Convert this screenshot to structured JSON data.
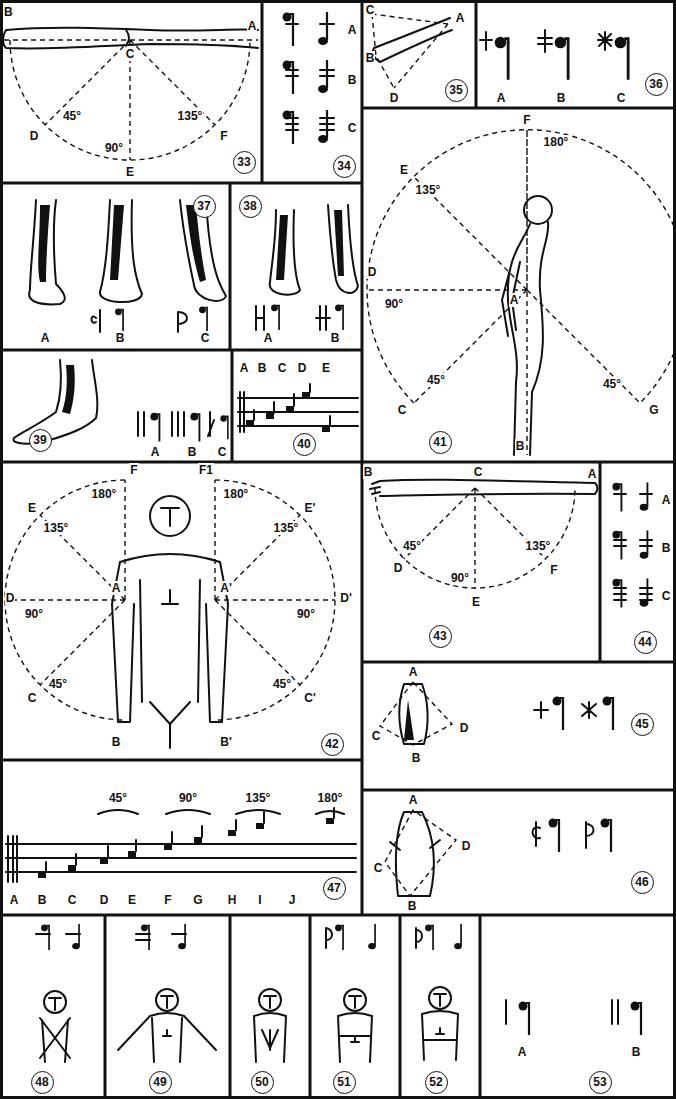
{
  "diagram": {
    "nodes": [
      {
        "text": [
          "33"
        ]
      },
      {
        "text": [
          "34"
        ]
      },
      {
        "text": [
          "35"
        ]
      },
      {
        "text": [
          "36"
        ]
      },
      {
        "text": [
          "37"
        ]
      },
      {
        "text": [
          "38"
        ]
      },
      {
        "text": [
          "39"
        ]
      },
      {
        "text": [
          "40"
        ]
      },
      {
        "text": [
          "41"
        ]
      },
      {
        "text": [
          "42"
        ]
      },
      {
        "text": [
          "43"
        ]
      },
      {
        "text": [
          "44"
        ]
      },
      {
        "text": [
          "45"
        ]
      },
      {
        "text": [
          "46"
        ]
      },
      {
        "text": [
          "47"
        ]
      },
      {
        "text": [
          "48"
        ]
      },
      {
        "text": [
          "49"
        ]
      },
      {
        "text": [
          "50"
        ]
      },
      {
        "text": [
          "51"
        ]
      },
      {
        "text": [
          "52"
        ]
      },
      {
        "text": [
          "53"
        ]
      }
    ],
    "labels": [
      "B",
      "A",
      "C",
      "45°",
      "D",
      "90°",
      "E",
      "135°",
      "F",
      "A",
      "B",
      "C",
      "C",
      "A",
      "B",
      "D",
      "A",
      "B",
      "C",
      "A",
      "B",
      "C",
      "A",
      "B",
      "A",
      "B",
      "C",
      "A",
      "B",
      "C",
      "D",
      "E",
      "F",
      "180°",
      "E",
      "135°",
      "D",
      "90°",
      "45°",
      "C",
      "A",
      "B",
      "45°",
      "G",
      "180°",
      "F",
      "F1",
      "180°",
      "E",
      "135°",
      "E'",
      "135°",
      "D",
      "90°",
      "90°",
      "D'",
      "A",
      "A'",
      "C",
      "45°",
      "45°",
      "C'",
      "B",
      "B'",
      "B",
      "C",
      "A",
      "45°",
      "D",
      "90°",
      "E",
      "135°",
      "F",
      "A",
      "B",
      "C",
      "A",
      "C",
      "B",
      "D",
      "A",
      "C",
      "D",
      "B",
      "45°",
      "90°",
      "135°",
      "180°",
      "A",
      "B",
      "C",
      "D",
      "E",
      "F",
      "G",
      "H",
      "I",
      "J",
      "A",
      "B"
    ]
  }
}
